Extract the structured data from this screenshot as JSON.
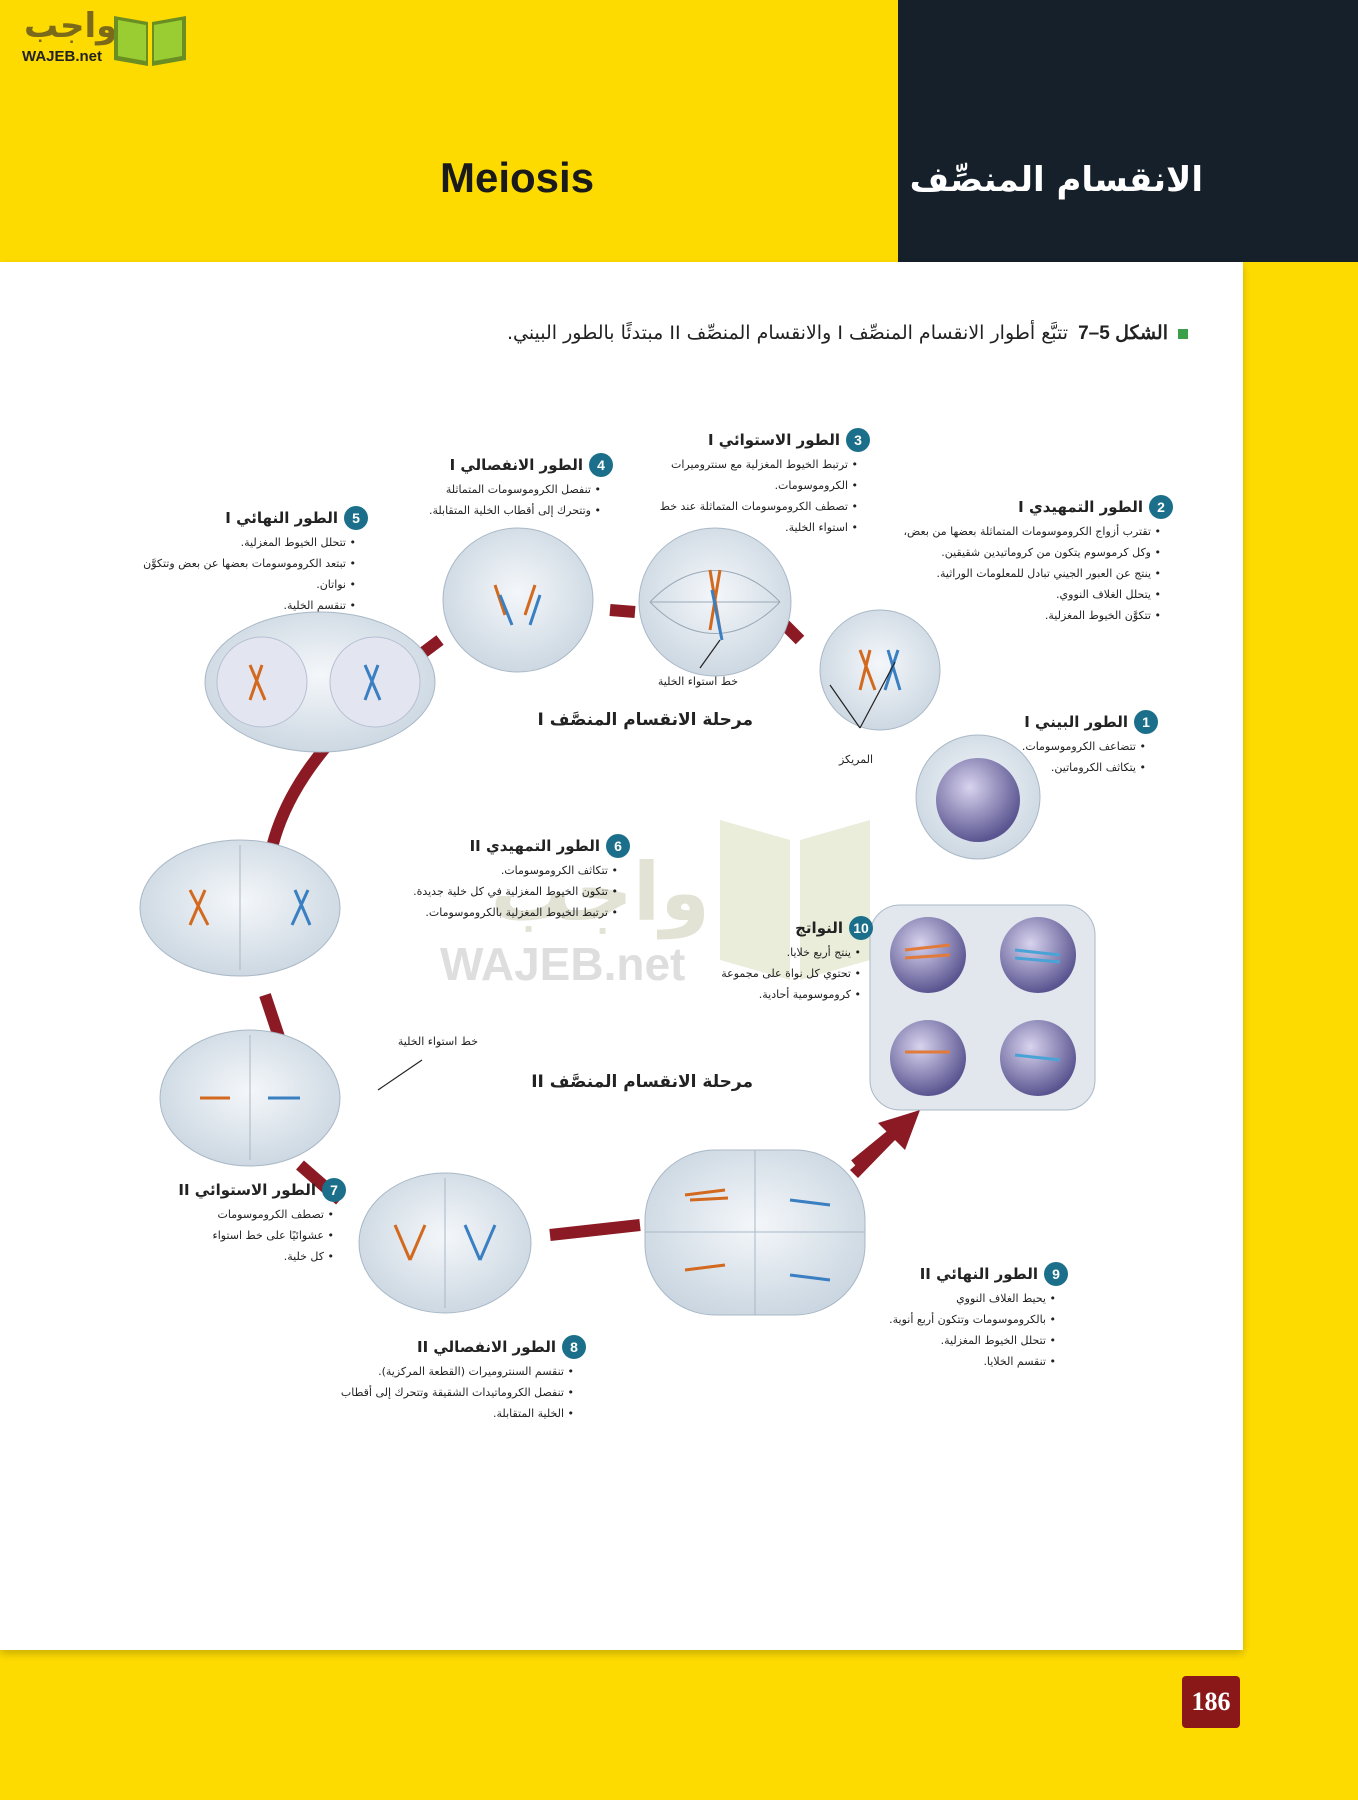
{
  "logo": {
    "ar": "واجب",
    "en": "WAJEB.net"
  },
  "header": {
    "title_en": "Meiosis",
    "title_ar": "الانقسام المنصِّف"
  },
  "caption": {
    "fig": "الشكل 5–7",
    "text": "تتبَّع أطوار الانقسام المنصِّف I والانقسام المنصِّف II مبتدئًا بالطور البيني."
  },
  "stages": {
    "s1": {
      "num": "1",
      "title": "الطور البيني I",
      "items": [
        "تتضاعف الكروموسومات.",
        "يتكاثف الكروماتين."
      ]
    },
    "s2": {
      "num": "2",
      "title": "الطور التمهيدي I",
      "items": [
        "تقترب أزواج الكروموسومات المتماثلة بعضها من بعض،",
        "وكل كرموسوم يتكون من كروماتيدين شقيقين.",
        "ينتج عن العبور الجيني تبادل للمعلومات الوراثية.",
        "يتحلل الغلاف النووي.",
        "تتكوَّن الخيوط المغزلية."
      ]
    },
    "s3": {
      "num": "3",
      "title": "الطور الاستوائي I",
      "items": [
        "ترتبط الخيوط المغزلية مع سنتروميرات",
        "الكروموسومات.",
        "تصطف الكروموسومات المتماثلة عند خط",
        "استواء الخلية."
      ]
    },
    "s4": {
      "num": "4",
      "title": "الطور الانفصالي I",
      "items": [
        "تنفصل الكروموسومات المتماثلة",
        "وتتحرك إلى أقطاب الخلية المتقابلة."
      ]
    },
    "s5": {
      "num": "5",
      "title": "الطور النهائي I",
      "items": [
        "تتحلل الخيوط المغزلية.",
        "تبتعد الكروموسومات بعضها عن بعض وتتكوَّن",
        "نواتان.",
        "تنقسم الخلية."
      ]
    },
    "s6": {
      "num": "6",
      "title": "الطور التمهيدي II",
      "items": [
        "تتكاثف الكروموسومات.",
        "تتكون الخيوط المغزلية في كل خلية جديدة.",
        "ترتبط الخيوط المغزلية بالكروموسومات."
      ]
    },
    "s7": {
      "num": "7",
      "title": "الطور الاستوائي II",
      "items": [
        "تصطف الكروموسومات",
        "عشوائيًا على خط استواء",
        "كل خلية."
      ]
    },
    "s8": {
      "num": "8",
      "title": "الطور الانفصالي II",
      "items": [
        "تنقسم السنتروميرات (القطعة المركزية).",
        "تنفصل الكروماتيدات الشقيقة وتتحرك إلى أقطاب",
        "الخلية المتقابلة."
      ]
    },
    "s9": {
      "num": "9",
      "title": "الطور النهائي II",
      "items": [
        "يحيط الغلاف النووي",
        "بالكروموسومات وتتكون أربع أنوية.",
        "تتحلل الخيوط المغزلية.",
        "تنقسم الخلايا."
      ]
    },
    "s10": {
      "num": "10",
      "title": "النواتج",
      "items": [
        "ينتج أربع خلايا.",
        "تحتوي كل نواة على مجموعة",
        "كروموسومية أحادية."
      ]
    }
  },
  "labels": {
    "phase1": "مرحلة الانقسام المنصَّف I",
    "phase2": "مرحلة الانقسام المنصَّف II",
    "equator1": "خط استواء الخلية",
    "equator2": "خط استواء الخلية",
    "centriole": "المريكز"
  },
  "watermark": {
    "ar": "واجب",
    "en": "WAJEB.net"
  },
  "page_number": "186",
  "colors": {
    "yellow": "#fedb00",
    "navy": "#15202b",
    "arrow": "#8b1a24",
    "badge": "#1b6f8a",
    "page_badge": "#8b1818"
  }
}
